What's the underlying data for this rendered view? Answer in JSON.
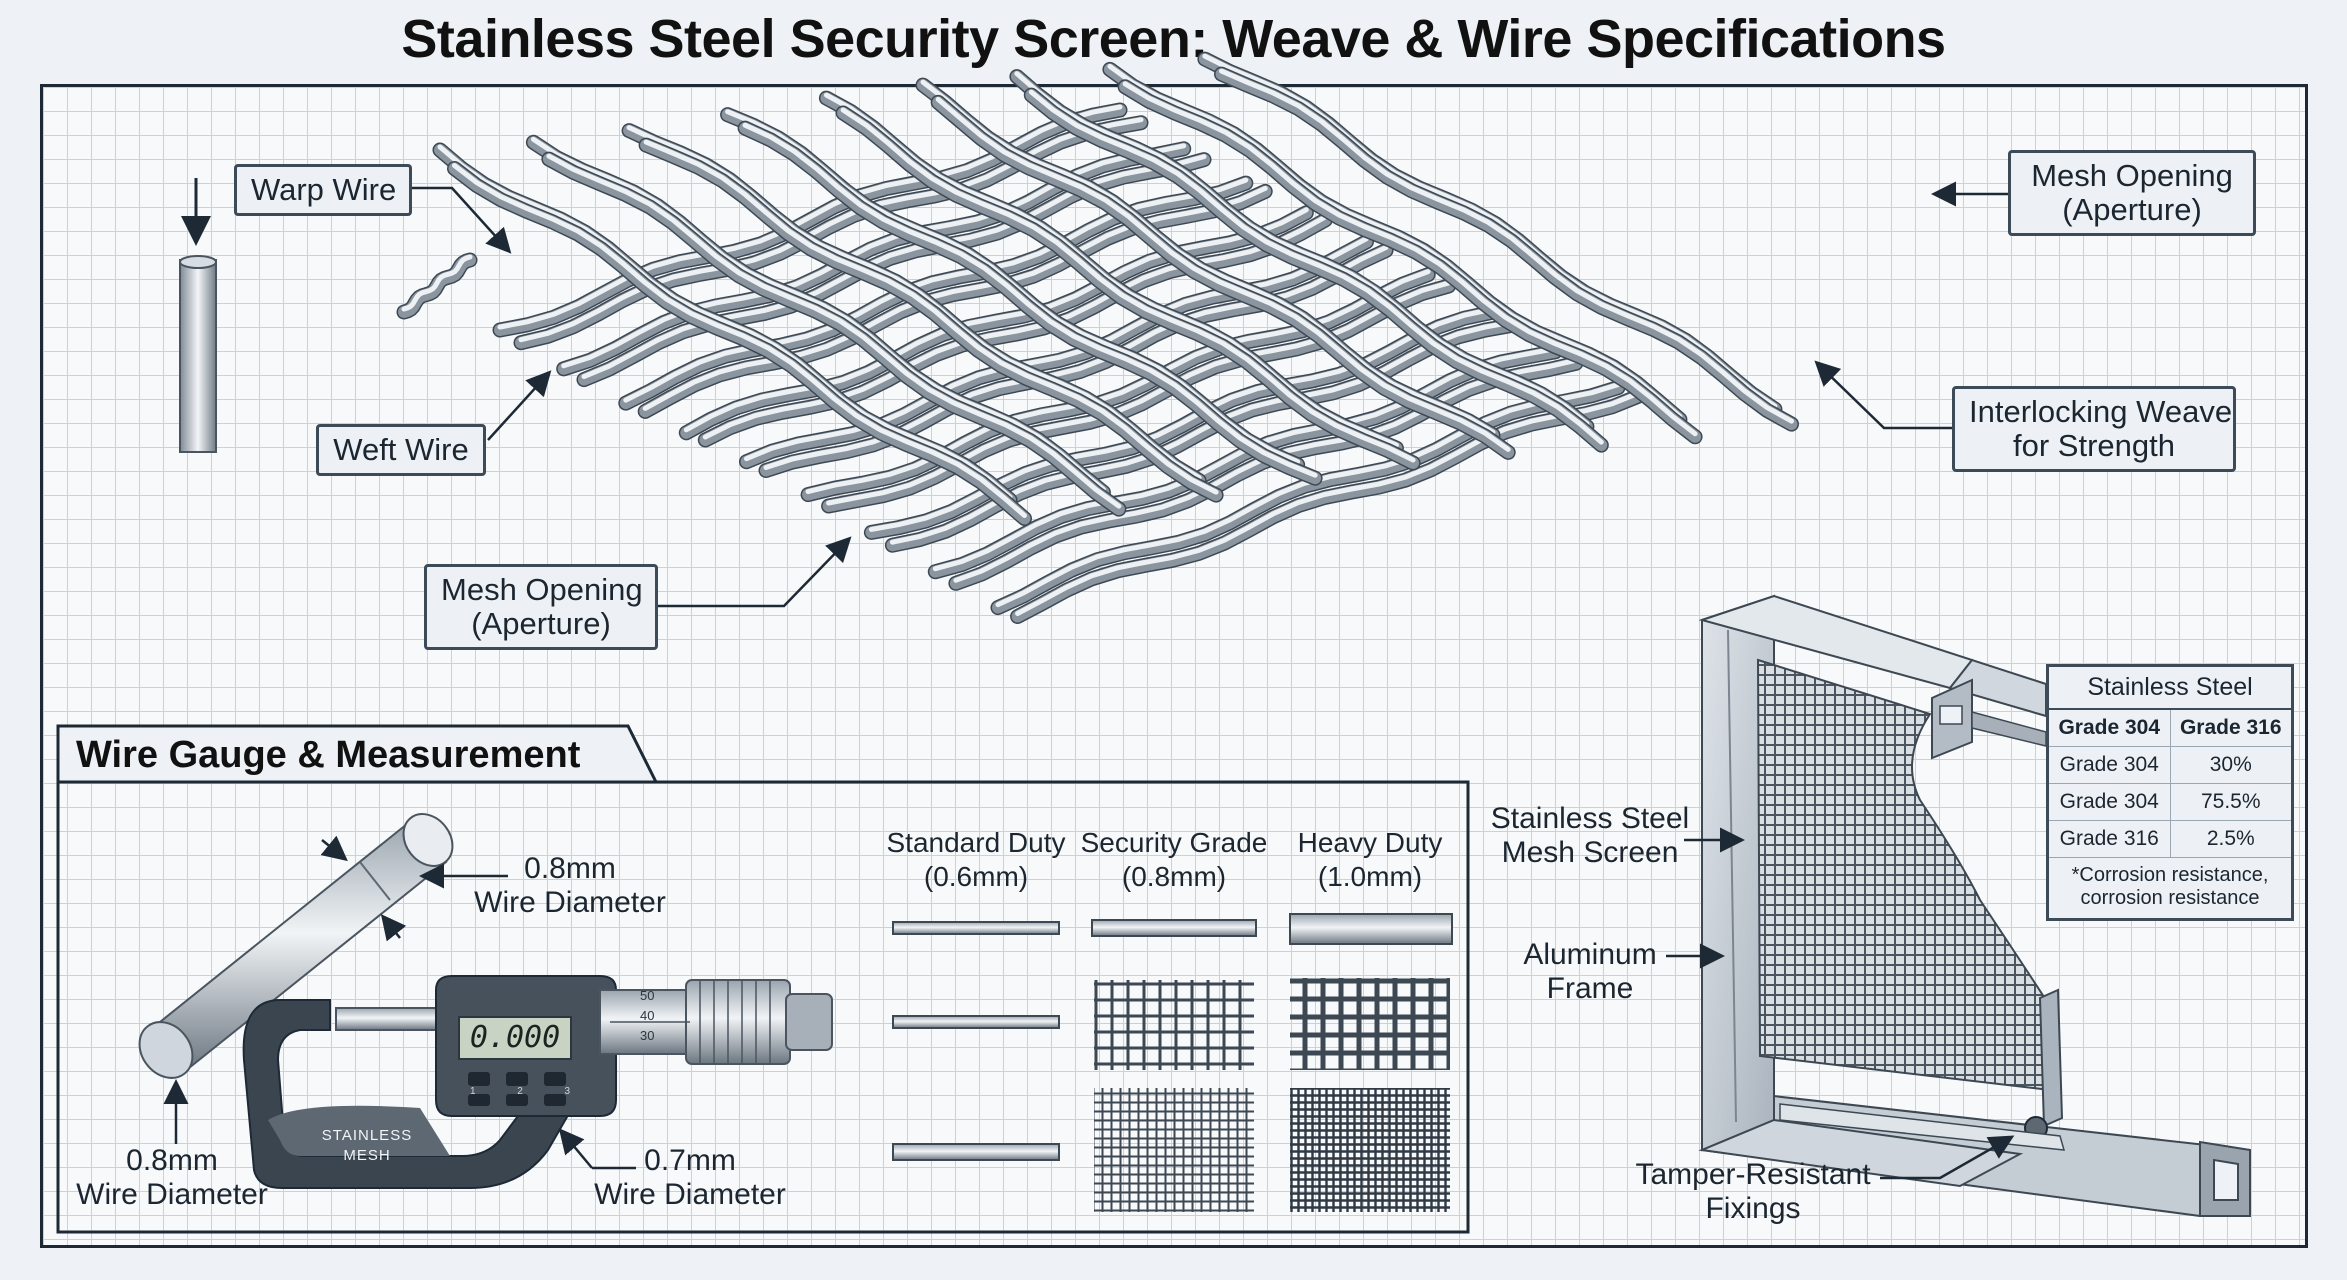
{
  "title": "Stainless Steel Security Screen: Weave & Wire Specifications",
  "weave_callouts": {
    "warp_wire": "Warp Wire",
    "weft_wire": "Weft Wire",
    "mesh_opening_top": [
      "Mesh Opening",
      "(Aperture)"
    ],
    "mesh_opening_left": [
      "Mesh Opening",
      "(Aperture)"
    ],
    "interlocking": [
      "Interlocking Weave",
      "for Strength"
    ]
  },
  "gauge_section": {
    "heading": "Wire Gauge & Measurement",
    "rod_label": [
      "0.8mm",
      "Wire Diameter"
    ],
    "tip_label": [
      "0.8mm",
      "Wire Diameter"
    ],
    "micrometer_label": [
      "0.7mm",
      "Wire Diameter"
    ],
    "micrometer_display": "0.000",
    "micrometer_brand": [
      "STAINLESS",
      "MESH"
    ],
    "micrometer_scale": [
      "50",
      "40",
      "30"
    ],
    "micrometer_buttons": [
      "1",
      "2",
      "3"
    ],
    "duty_columns": [
      {
        "name": "Standard Duty",
        "size": "(0.6mm)"
      },
      {
        "name": "Security Grade",
        "size": "(0.8mm)"
      },
      {
        "name": "Heavy Duty",
        "size": "(1.0mm)"
      }
    ]
  },
  "frame_section": {
    "mesh_label": [
      "Stainless Steel",
      "Mesh Screen"
    ],
    "frame_label": [
      "Aluminum",
      "Frame"
    ],
    "fixings_label": [
      "Tamper-Resistant",
      "Fixings"
    ],
    "table": {
      "title": "Stainless Steel",
      "headers": [
        "Grade 304",
        "Grade 316"
      ],
      "rows": [
        [
          "Grade 304",
          "30%"
        ],
        [
          "Grade 304",
          "75.5%"
        ],
        [
          "Grade 316",
          "2.5%"
        ]
      ],
      "note": [
        "*Corrosion resistance,",
        "corrosion resistance"
      ]
    }
  },
  "colors": {
    "steel_light": "#e3e7eb",
    "steel_dark": "#5d6873",
    "outline": "#2b3640",
    "box_fill": "#edf1f5",
    "grid": "#c9d2dc"
  }
}
